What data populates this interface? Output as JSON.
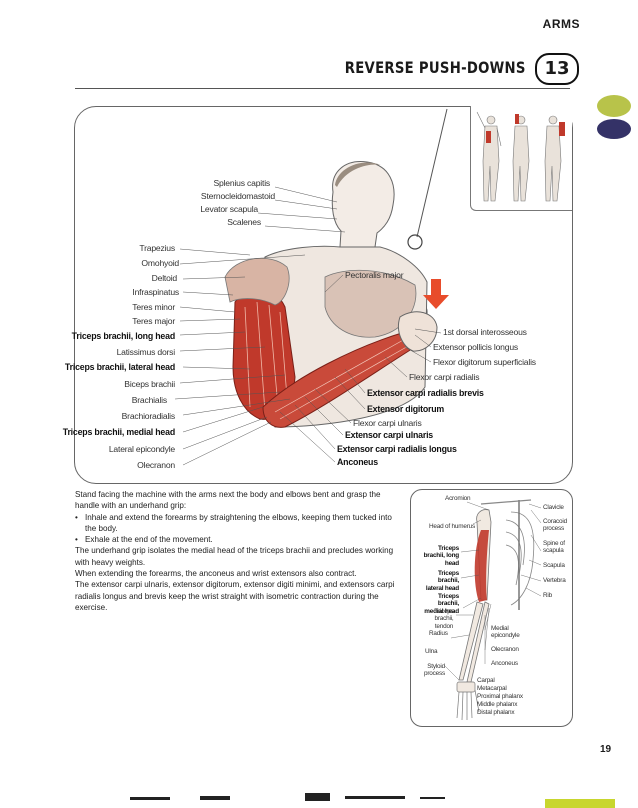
{
  "header": {
    "section": "ARMS",
    "title": "REVERSE PUSH-DOWNS",
    "exercise_number": "13"
  },
  "colors": {
    "green_tab": "#b8c34a",
    "purple_tab": "#343267",
    "muscle_red": "#c0392b",
    "arrow_red": "#e84c2b"
  },
  "muscle_labels": {
    "left": [
      {
        "text": "Splenius capitis",
        "bold": false
      },
      {
        "text": "Sternocleidomastoid",
        "bold": false
      },
      {
        "text": "Levator scapula",
        "bold": false
      },
      {
        "text": "Scalenes",
        "bold": false
      },
      {
        "text": "Trapezius",
        "bold": false
      },
      {
        "text": "Omohyoid",
        "bold": false
      },
      {
        "text": "Deltoid",
        "bold": false
      },
      {
        "text": "Infraspinatus",
        "bold": false
      },
      {
        "text": "Teres minor",
        "bold": false
      },
      {
        "text": "Teres major",
        "bold": false
      },
      {
        "text": "Triceps brachii, long head",
        "bold": true
      },
      {
        "text": "Latissimus dorsi",
        "bold": false
      },
      {
        "text": "Triceps brachii, lateral head",
        "bold": true
      },
      {
        "text": "Biceps brachii",
        "bold": false
      },
      {
        "text": "Brachialis",
        "bold": false
      },
      {
        "text": "Brachioradialis",
        "bold": false
      },
      {
        "text": "Triceps brachii, medial head",
        "bold": true
      },
      {
        "text": "Lateral epicondyle",
        "bold": false
      },
      {
        "text": "Olecranon",
        "bold": false
      }
    ],
    "right": [
      {
        "text": "Pectoralis major",
        "bold": false
      },
      {
        "text": "1st dorsal interosseous",
        "bold": false
      },
      {
        "text": "Extensor pollicis longus",
        "bold": false
      },
      {
        "text": "Flexor digitorum superficialis",
        "bold": false
      },
      {
        "text": "Flexor carpi radialis",
        "bold": false
      },
      {
        "text": "Extensor carpi radialis brevis",
        "bold": true
      },
      {
        "text": "Extensor digitorum",
        "bold": true
      },
      {
        "text": "Flexor carpi ulnaris",
        "bold": false
      },
      {
        "text": "Extensor carpi ulnaris",
        "bold": true
      },
      {
        "text": "Extensor carpi radialis longus",
        "bold": true
      },
      {
        "text": "Anconeus",
        "bold": true
      }
    ]
  },
  "description": {
    "intro": "Stand facing the machine with the arms next the body and elbows bent and grasp the handle with an underhand grip:",
    "steps": [
      "Inhale and extend the forearms by straightening the elbows, keeping them tucked into the body.",
      "Exhale at the end of the movement."
    ],
    "paragraphs": [
      "The underhand grip isolates the medial head of the triceps brachii and precludes working with heavy weights.",
      "When extending the forearms, the anconeus and wrist extensors also contract.",
      "The extensor carpi ulnaris, extensor digitorum, extensor digiti minimi, and extensors carpi radialis longus and brevis keep the wrist straight with isometric contraction during the exercise."
    ]
  },
  "skeleton_labels": {
    "acromion": "Acromion",
    "head_of_humerus": "Head of humerus",
    "triceps_long": "Triceps brachii, long head",
    "triceps_lateral": "Triceps brachii, lateral head",
    "triceps_medial": "Triceps brachii, medial head",
    "triceps_tendon": "Triceps brachii, tendon",
    "radius": "Radius",
    "ulna": "Ulna",
    "styloid": "Styloid process",
    "clavicle": "Clavicle",
    "coracoid": "Coracoid process",
    "spine_scapula": "Spine of scapula",
    "scapula": "Scapula",
    "vertebra": "Vertebra",
    "rib": "Rib",
    "medial_epicondyle": "Medial epicondyle",
    "olecranon": "Olecranon",
    "anconeus": "Anconeus",
    "carpal": "Carpal",
    "metacarpal": "Metacarpal",
    "proximal_phalanx": "Proximal phalanx",
    "middle_phalanx": "Middle phalanx",
    "distal_phalanx": "Distal phalanx"
  },
  "footer": {
    "page_number": "19"
  }
}
